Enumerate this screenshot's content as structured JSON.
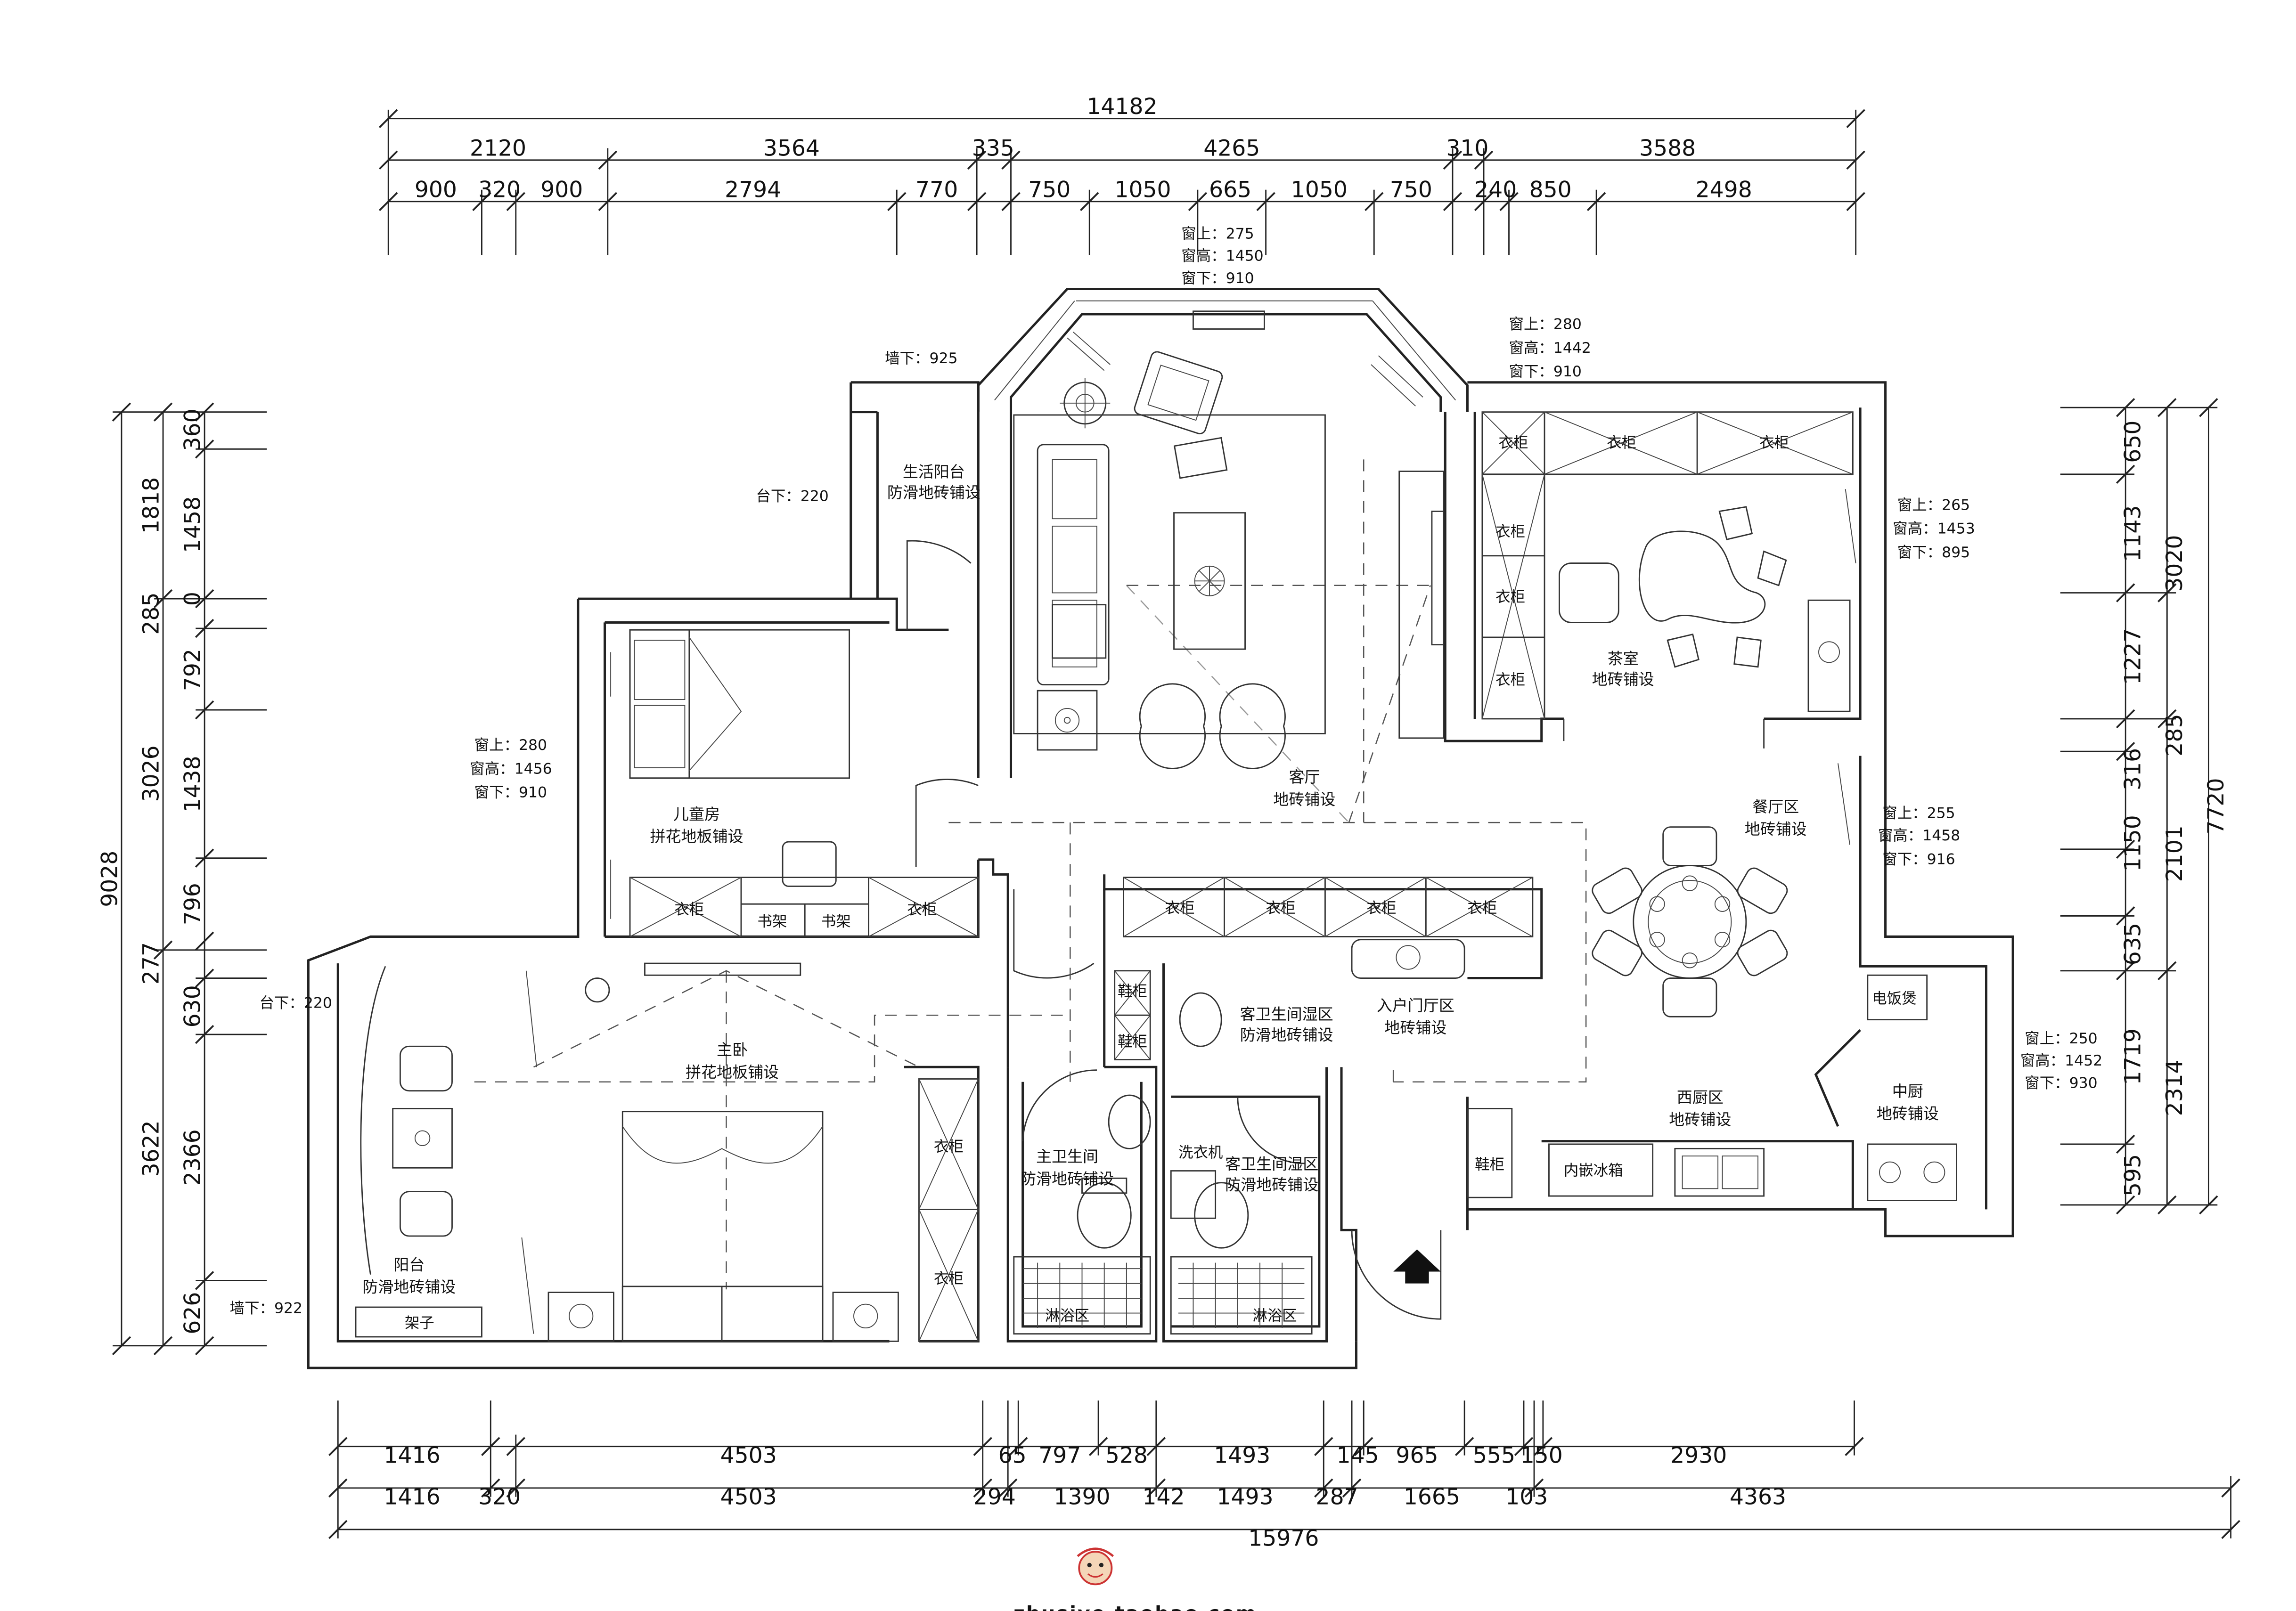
{
  "dimensions": {
    "top_total": "14182",
    "top_row1": [
      "2120",
      "3564",
      "335",
      "4265",
      "310",
      "3588"
    ],
    "top_row2": [
      "900",
      "320",
      "900",
      "2794",
      "770",
      "750",
      "1050",
      "665",
      "1050",
      "750",
      "240",
      "850",
      "2498"
    ],
    "bottom_row1": [
      "1416",
      "4503",
      "65",
      "797",
      "528",
      "1493",
      "145",
      "965",
      "555",
      "150",
      "2930"
    ],
    "bottom_row2": [
      "1416",
      "320",
      "4503",
      "294",
      "1390",
      "142",
      "1493",
      "287",
      "1665",
      "103",
      "4363"
    ],
    "bottom_total": "15976",
    "left_total": "9028",
    "left_mid": [
      "1818",
      "3026",
      "3622"
    ],
    "left_inner": [
      "360",
      "1458",
      "0",
      "285",
      "792",
      "1438",
      "796",
      "277",
      "630",
      "2366",
      "626"
    ],
    "right_total": "7720",
    "right_mid": [
      "3020",
      "285",
      "2101",
      "2314"
    ],
    "right_inner": [
      "650",
      "1143",
      "1227",
      "316",
      "1150",
      "635",
      "1719",
      "595"
    ]
  },
  "rooms": {
    "living": [
      "客厅",
      "地砖铺设"
    ],
    "service_balcony": [
      "生活阳台",
      "防滑地砖铺设"
    ],
    "tea_room": [
      "茶室",
      "地砖铺设"
    ],
    "children_room": [
      "儿童房",
      "拼花地板铺设"
    ],
    "dining": [
      "餐厅区",
      "地砖铺设"
    ],
    "master_bedroom": [
      "主卧",
      "拼花地板铺设"
    ],
    "guest_wet_area": [
      "客卫生间湿区",
      "防滑地砖铺设"
    ],
    "entrance": [
      "入户门厅区",
      "地砖铺设"
    ],
    "master_bath": [
      "主卫生间",
      "防滑地砖铺设"
    ],
    "guest_bath": [
      "客卫生间湿区",
      "防滑地砖铺设"
    ],
    "western_kitchen": [
      "西厨区",
      "地砖铺设"
    ],
    "chinese_kitchen": [
      "中厨",
      "地砖铺设"
    ],
    "balcony": [
      "阳台",
      "防滑地砖铺设"
    ]
  },
  "annotations": {
    "win_top_center": [
      "窗上：275",
      "窗高：1450",
      "窗下：910"
    ],
    "win_top_right": [
      "窗上：280",
      "窗高：1442",
      "窗下：910"
    ],
    "win_tea": [
      "窗上：265",
      "窗高：1453",
      "窗下：895"
    ],
    "win_child": [
      "窗上：280",
      "窗高：1456",
      "窗下：910"
    ],
    "win_dining": [
      "窗上：255",
      "窗高：1458",
      "窗下：916"
    ],
    "win_kitchen": [
      "窗上：250",
      "窗高：1452",
      "窗下：930"
    ],
    "wall_below_925": "墙下：925",
    "sill_220_top": "台下：220",
    "sill_220_left": "台下：220",
    "wall_below_922": "墙下：922"
  },
  "fixtures": {
    "wardrobe": "衣柜",
    "bookshelf": "书架",
    "shoe_cabinet": "鞋柜",
    "washer": "洗衣机",
    "shower": "淋浴区",
    "fridge": "内嵌冰箱",
    "rice_cooker": "电饭煲",
    "rack": "架子"
  },
  "watermark": "zhusiye.taobao.com"
}
